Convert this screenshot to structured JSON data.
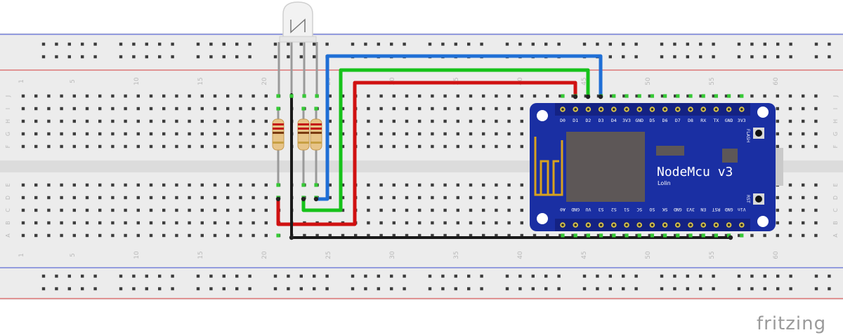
{
  "breadboard": {
    "top_column_numbers": [
      "1",
      "5",
      "10",
      "15",
      "20",
      "25",
      "30",
      "35",
      "40",
      "45",
      "50",
      "55",
      "60"
    ],
    "bottom_column_numbers": [
      "1",
      "5",
      "10",
      "15",
      "20",
      "25",
      "30",
      "35",
      "40",
      "45",
      "50",
      "55",
      "60"
    ],
    "row_letters_top": [
      "J",
      "I",
      "H",
      "G",
      "F"
    ],
    "row_letters_bottom": [
      "E",
      "D",
      "C",
      "B",
      "A"
    ]
  },
  "board": {
    "title": "NodeMcu v3",
    "subtitle": "Lolin",
    "flash_label": "FLASH",
    "rst_label": "RST",
    "top_pins": [
      "D0",
      "D1",
      "D2",
      "D3",
      "D4",
      "3V3",
      "GND",
      "D5",
      "D6",
      "D7",
      "D8",
      "RX",
      "TX",
      "GND",
      "3V3"
    ],
    "bottom_pins": [
      "A0",
      "GND",
      "VU",
      "S3",
      "S2",
      "S1",
      "SC",
      "SO",
      "SK",
      "GND",
      "3V3",
      "EN",
      "RST",
      "GND",
      "Vin"
    ]
  },
  "wires": {
    "blue": "#1f6fd6",
    "green": "#16c21a",
    "red": "#d01111",
    "black": "#1a1a1a"
  },
  "brand": "fritzing"
}
